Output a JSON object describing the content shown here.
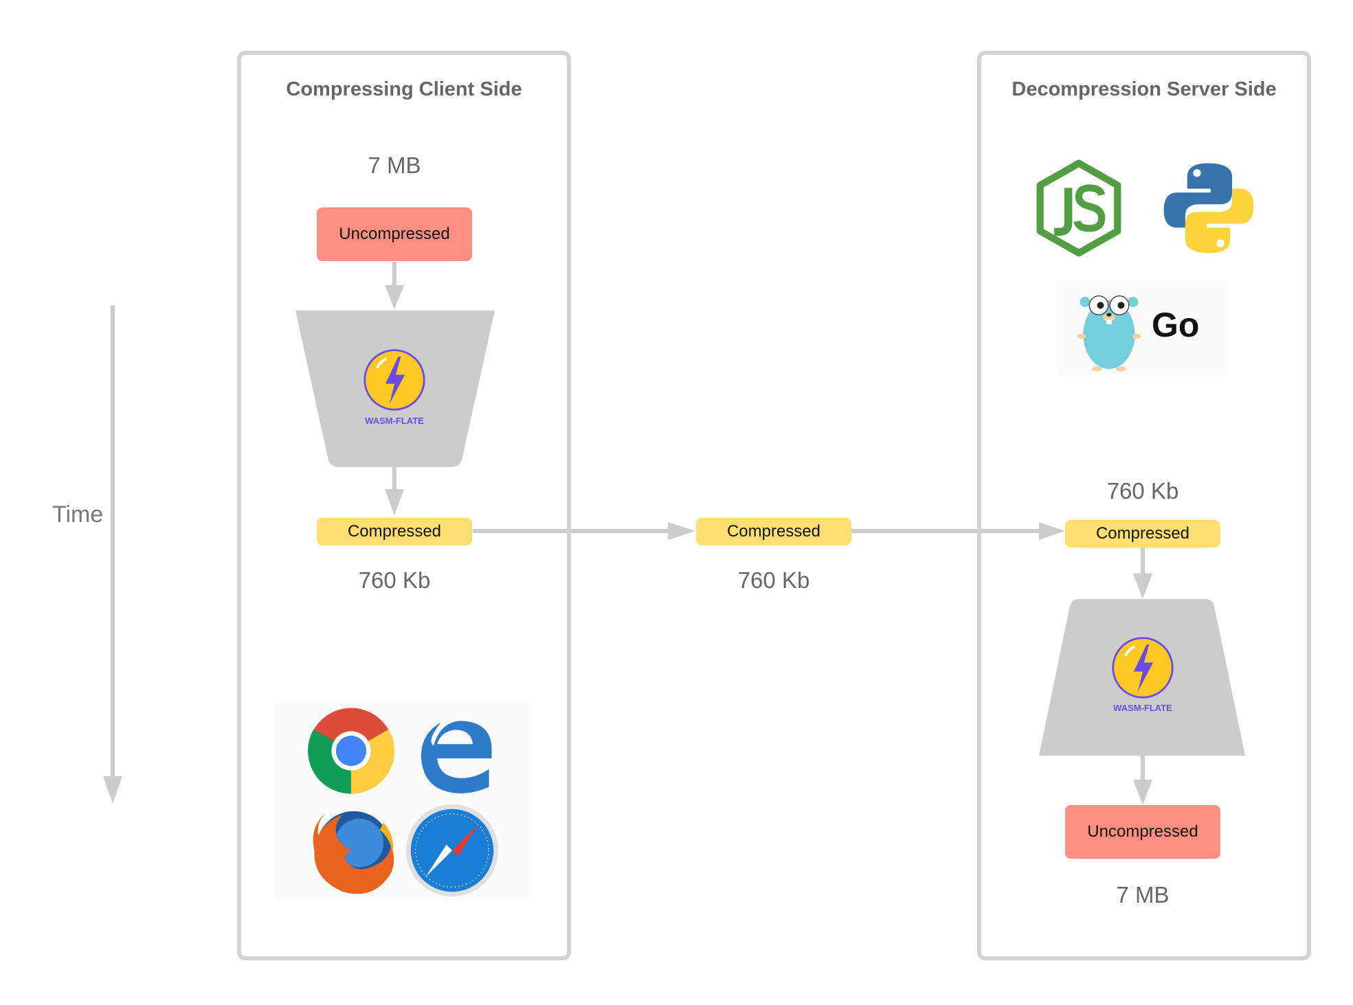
{
  "time_axis": {
    "label": "Time"
  },
  "client_panel": {
    "title": "Compressing Client Side",
    "input_size": "7 MB",
    "input_state": "Uncompressed",
    "compressor_label": "WASM-FLATE",
    "output_state": "Compressed",
    "output_size": "760 Kb",
    "browsers": [
      "chrome-icon",
      "edge-icon",
      "firefox-icon",
      "safari-icon"
    ]
  },
  "transfer": {
    "state": "Compressed",
    "size": "760 Kb"
  },
  "server_panel": {
    "title": "Decompression Server Side",
    "runtimes": [
      "nodejs-icon",
      "python-icon",
      "go-gopher-icon"
    ],
    "go_label": "Go",
    "input_size": "760 Kb",
    "input_state": "Compressed",
    "decompressor_label": "WASM-FLATE",
    "output_state": "Uncompressed",
    "output_size": "7 MB"
  },
  "colors": {
    "border": "#d3d3d3",
    "uncompressed": "#ff8f80",
    "compressed": "#ffdf71",
    "funnel": "#cccccc",
    "arrow": "#cccccc",
    "text": "#666666"
  }
}
